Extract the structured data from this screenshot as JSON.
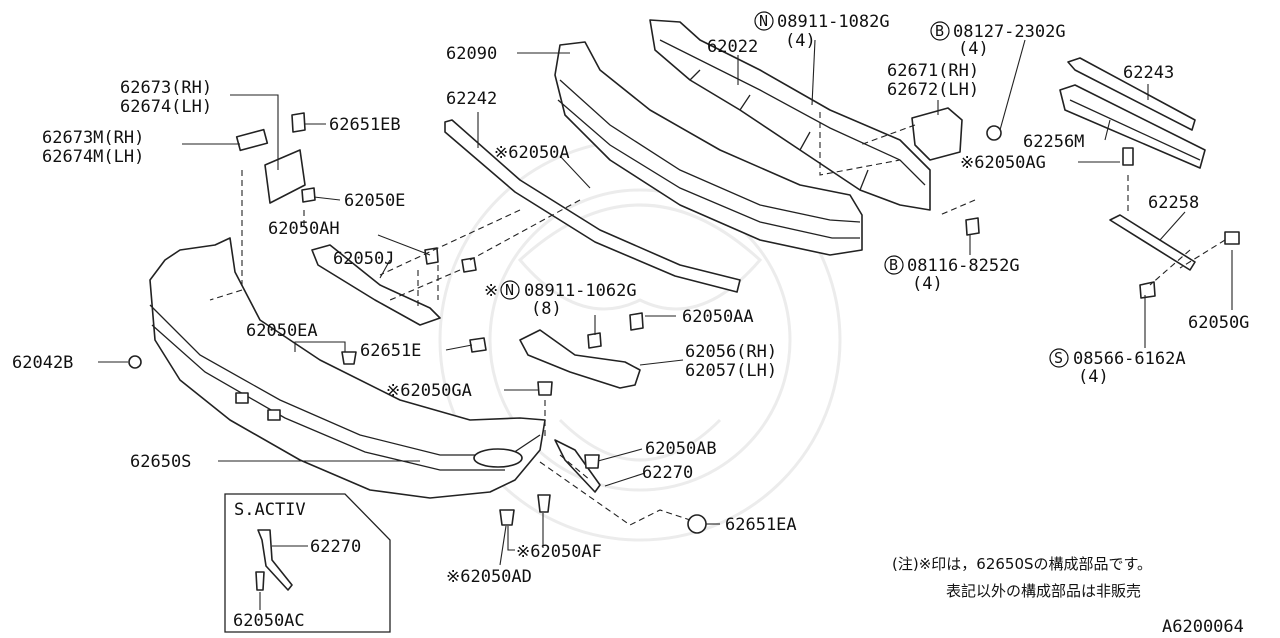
{
  "labels": {
    "p62090": "62090",
    "p62022": "62022",
    "p08911_1082g": "08911-1082G",
    "p08911_1082g_qty": "(4)",
    "p08127_2302g": "08127-2302G",
    "p08127_2302g_qty": "(4)",
    "p62243": "62243",
    "p62671": "62671(RH)",
    "p62672": "62672(LH)",
    "p62256m": "62256M",
    "p62050ag": "※62050AG",
    "p62258": "62258",
    "p62673": "62673(RH)",
    "p62674": "62674(LH)",
    "p62651eb": "62651EB",
    "p62673m": "62673M(RH)",
    "p62674m": "62674M(LH)",
    "p62242": "62242",
    "p62050a": "※62050A",
    "p62050e": "62050E",
    "p62050ah": "62050AH",
    "p62050j": "62050J",
    "p08911_1062g_prefix": "※",
    "p08911_1062g": "08911-1062G",
    "p08911_1062g_qty": "(8)",
    "p08116_8252g": "08116-8252G",
    "p08116_8252g_qty": "(4)",
    "p62050aa": "62050AA",
    "p62050ea": "62050EA",
    "p62651e": "62651E",
    "p62056": "62056(RH)",
    "p62057": "62057(LH)",
    "p62050g": "62050G",
    "p08566_6162a": "08566-6162A",
    "p08566_6162a_qty": "(4)",
    "p62042b": "62042B",
    "p62050ga": "※62050GA",
    "p62050ab": "62050AB",
    "p62270_main": "62270",
    "p62650s": "62650S",
    "p62651ea": "62651EA",
    "p62050af": "※62050AF",
    "p62050ad": "※62050AD",
    "sactiv_title": "S.ACTIV",
    "sactiv_62270": "62270",
    "sactiv_62050ac": "62050AC",
    "circle_n": "N",
    "circle_b": "B",
    "circle_s": "S"
  },
  "notes": {
    "line1": "(注)※印は，62650Sの構成部品です。",
    "line2": "表記以外の構成部品は非販売"
  },
  "diagram_id": "A6200064"
}
